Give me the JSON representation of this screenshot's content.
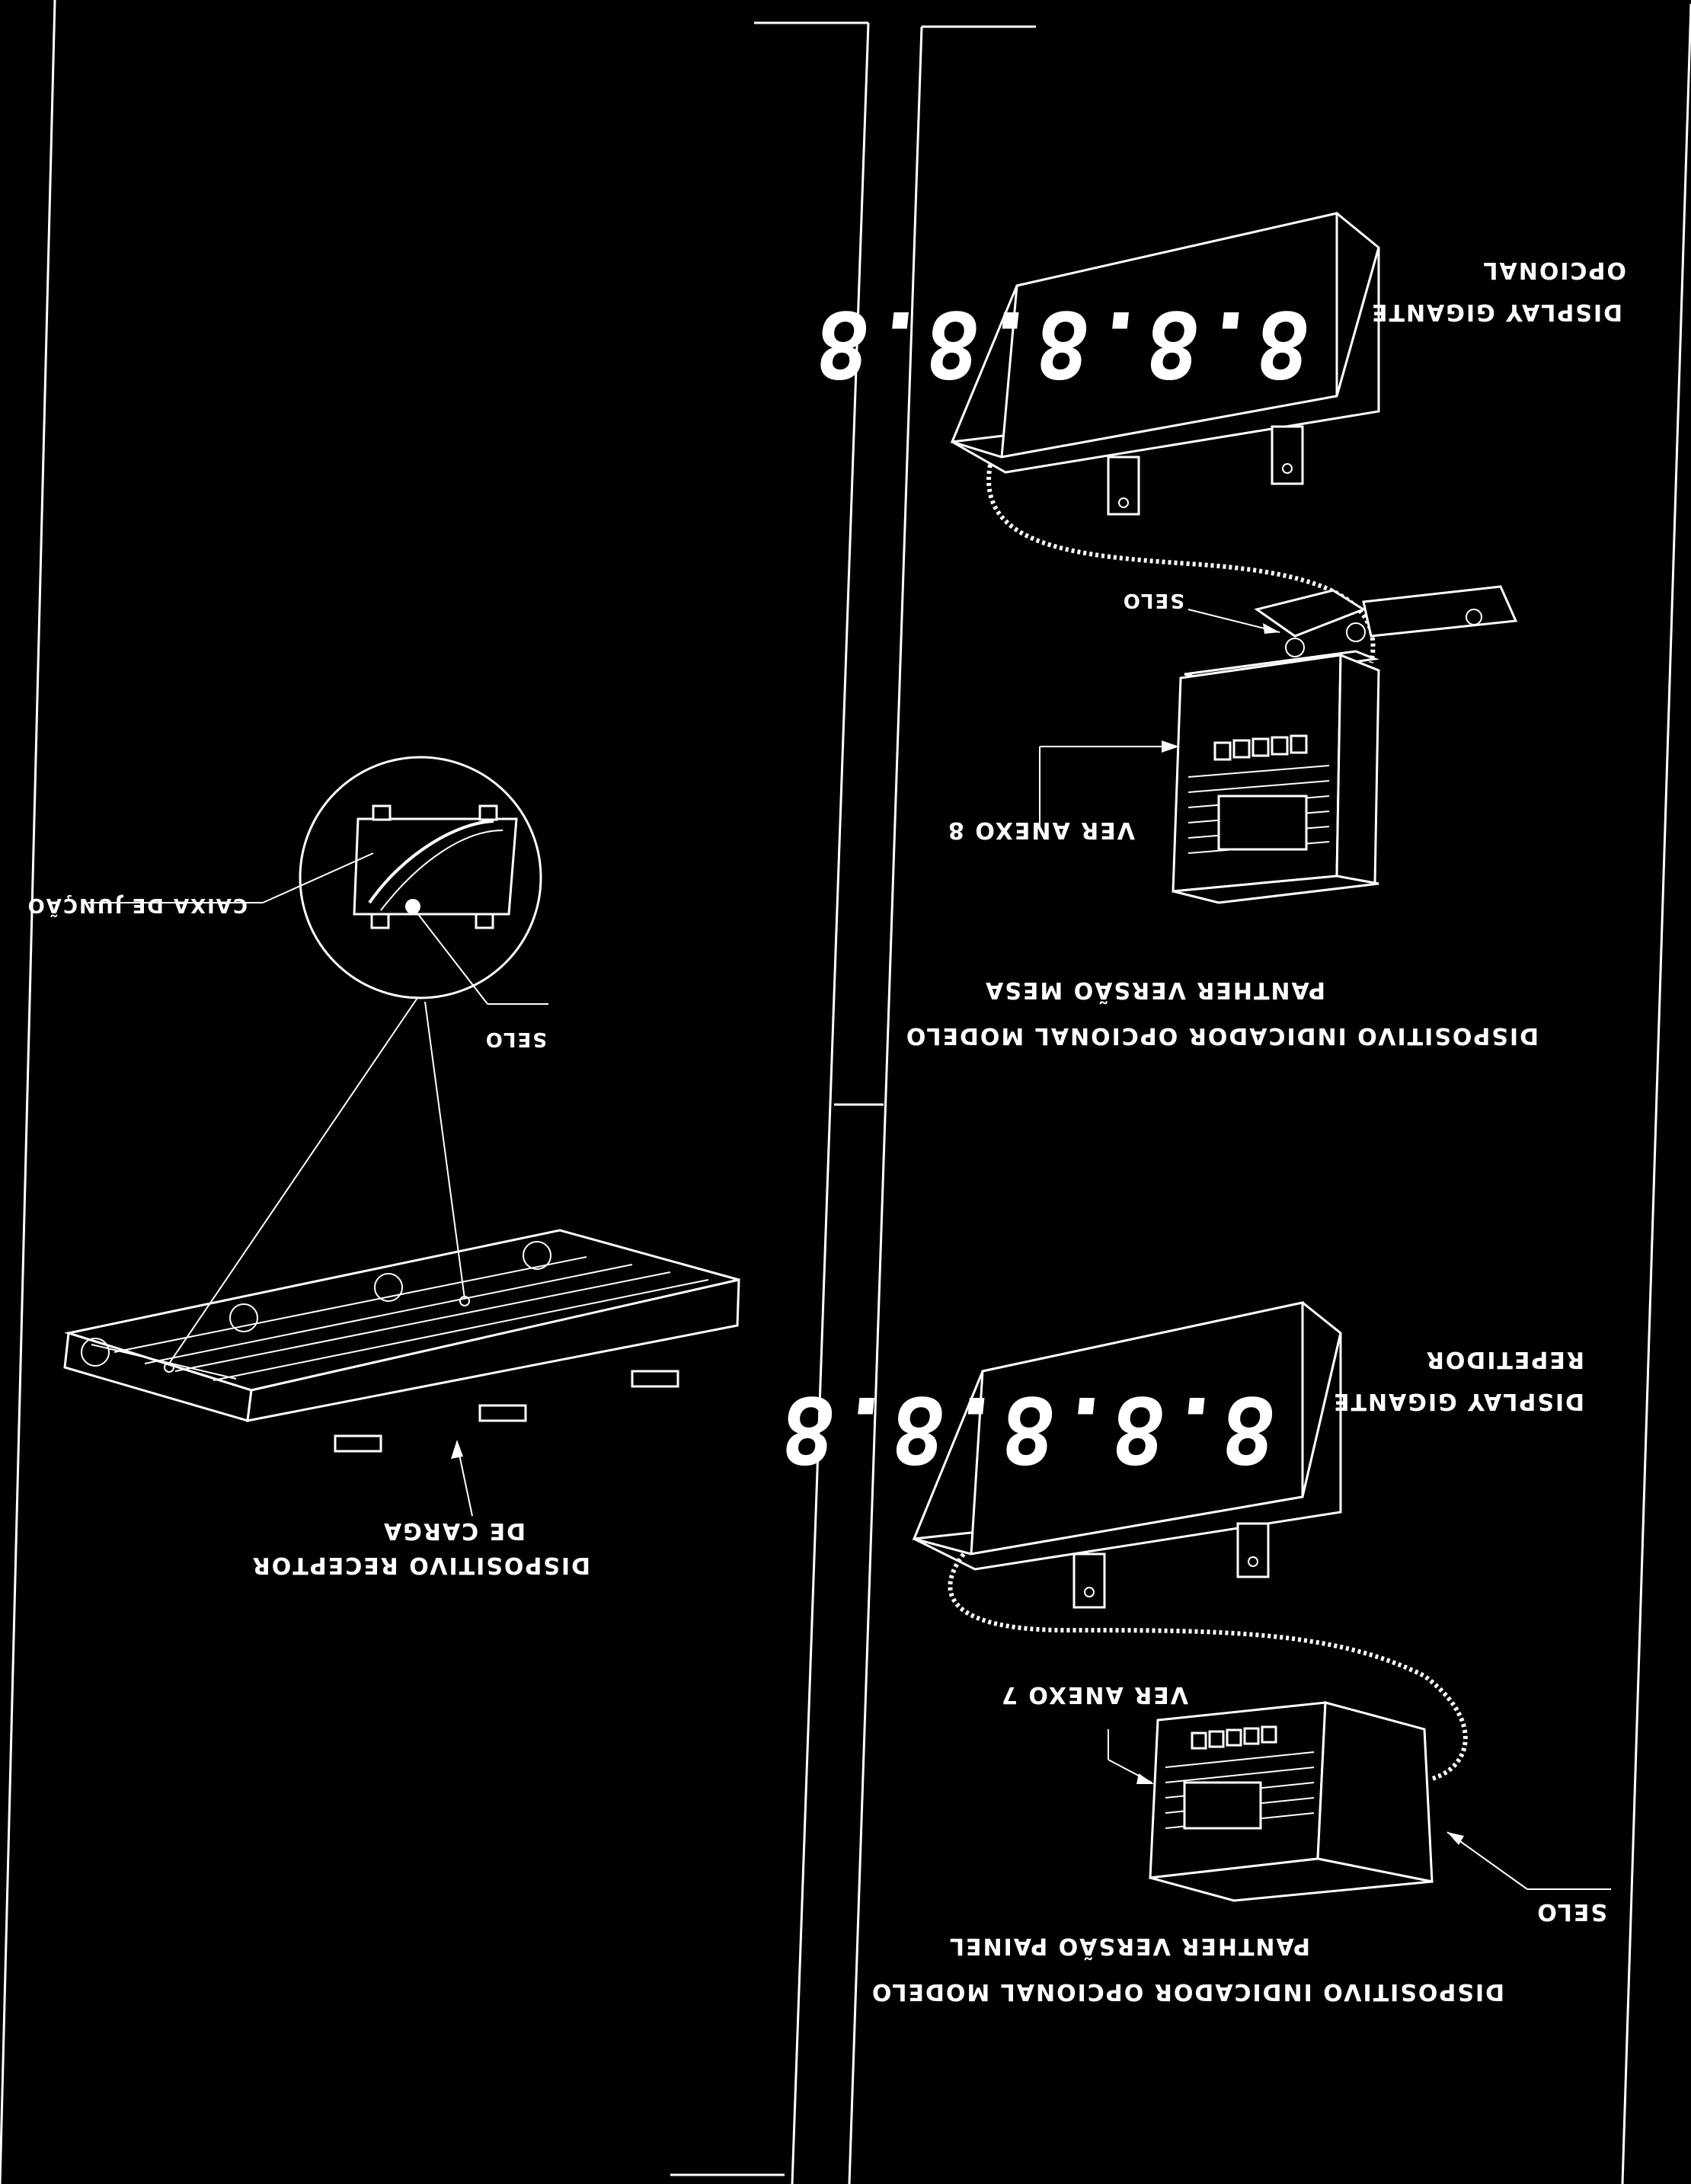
{
  "labels": {
    "caixa_de_juncao": "CAIXA DE JUNÇÃO",
    "selo_left": "SELO",
    "dispositivo_receptor_l1": "DISPOSITIVO RECEPTOR",
    "dispositivo_receptor_l2": "DE CARGA",
    "display_opcional_l1": "DISPLAY GIGANTE",
    "display_opcional_l2": "OPCIONAL",
    "selo_top": "SELO",
    "ver_anexo_8": "VER ANEXO 8",
    "mesa_l1": "DISPOSITIVO INDICADOR OPCIONAL MODELO",
    "mesa_l2": "PANTHER VERSÃO MESA",
    "display_repetidor_l1": "DISPLAY GIGANTE",
    "display_repetidor_l2": "REPETIDOR",
    "ver_anexo_7": "VER ANEXO 7",
    "selo_bottom": "SELO",
    "painel_l1": "DISPOSITIVO INDICADOR OPCIONAL MODELO",
    "painel_l2": "PANTHER VERSÃO PAINEL"
  },
  "displays": {
    "top_digits": "8.8.8.8.8",
    "bottom_digits": "8.8.8.8.8"
  },
  "colors": {
    "background": "#000000",
    "ink": "#ffffff"
  }
}
